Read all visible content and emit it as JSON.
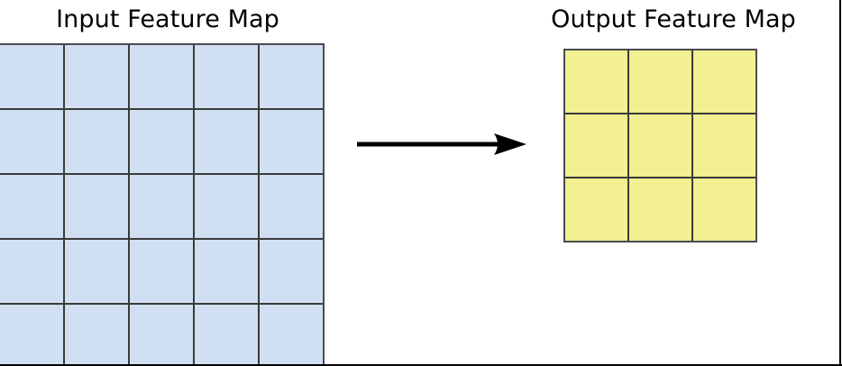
{
  "figure": {
    "type": "diagram",
    "subject": "convolution-feature-map-transformation",
    "background_color": "#ffffff"
  },
  "input_panel": {
    "title": "Input Feature Map",
    "grid": {
      "rows": 5,
      "cols": 5,
      "cell_fill": "#d0e0f2",
      "cell_stroke": "#3a3a3a",
      "label": "5x5 input grid"
    }
  },
  "arrow": {
    "direction": "right",
    "color": "#000000",
    "label": "transform-arrow"
  },
  "output_panel": {
    "title": "Output Feature Map",
    "grid": {
      "rows": 3,
      "cols": 3,
      "cell_fill": "#f2f090",
      "cell_stroke": "#3a3a3a",
      "label": "3x3 output grid"
    }
  },
  "chart_data": {
    "type": "diagram",
    "title": "",
    "nodes": [
      {
        "name": "Input Feature Map",
        "shape": "grid",
        "rows": 5,
        "cols": 5,
        "color": "#d0e0f2"
      },
      {
        "name": "Output Feature Map",
        "shape": "grid",
        "rows": 3,
        "cols": 3,
        "color": "#f2f090"
      }
    ],
    "edges": [
      {
        "from": "Input Feature Map",
        "to": "Output Feature Map",
        "style": "solid-arrow",
        "label": ""
      }
    ]
  }
}
